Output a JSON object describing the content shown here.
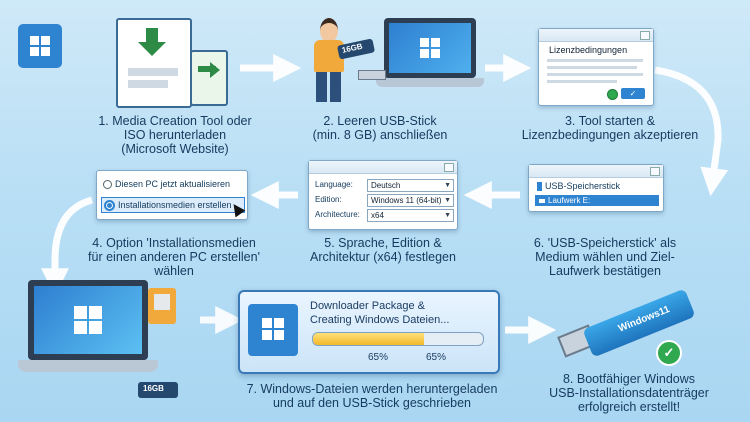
{
  "steps": [
    {
      "number": "1.",
      "caption": "1. Media Creation Tool oder\nISO herunterladen\n(Microsoft Website)"
    },
    {
      "number": "2.",
      "caption": "2. Leeren USB-Stick\n(min. 8 GB) anschließen"
    },
    {
      "number": "3.",
      "caption": "3. Tool starten &\nLizenzbedingungen akzeptieren"
    },
    {
      "number": "4.",
      "caption": "4. Option 'Installationsmedien\nfür einen anderen PC erstellen'\nwählen"
    },
    {
      "number": "5.",
      "caption": "5. Sprache, Edition &\nArchitektur (x64) festlegen"
    },
    {
      "number": "6.",
      "caption": "6. 'USB-Speicherstick' als\nMedium wählen und Ziel-\nLaufwerk bestätigen"
    },
    {
      "number": "7.",
      "caption": "7. Windows-Dateien werden heruntergeladen\nund auf den USB-Stick geschrieben"
    },
    {
      "number": "8.",
      "caption": "8. Bootfähiger Windows\nUSB-Installationsdatenträger\nerfolgreich erstellt!"
    }
  ],
  "usb_label_step2": "16GB",
  "license_window": {
    "title": "Lizenzbedingungen"
  },
  "option_window": {
    "option_update": "Diesen PC jetzt aktualisieren",
    "option_media": "Installationsmedien erstellen"
  },
  "settings_window": {
    "language_label": "Language:",
    "language_value": "Deutsch",
    "edition_label": "Edition:",
    "edition_value": "Windows 11 (64-bit)",
    "architecture_label": "Architecture:",
    "architecture_value": "x64"
  },
  "media_window": {
    "usb_option": "USB-Speicherstick",
    "drive_option": "Laufwerk E:"
  },
  "download_window": {
    "title_line1": "Downloader Package &",
    "title_line2": "Creating Windows Dateien...",
    "percent_left": "65%",
    "percent_right": "65%",
    "progress": 0.65
  },
  "usb_label_step7": "16GB",
  "usb_label_step8": "Windows11",
  "colors": {
    "accent": "#1e7fd0",
    "progress": "#f5c542",
    "success": "#2fa84f",
    "background": "#bfe2f6"
  }
}
